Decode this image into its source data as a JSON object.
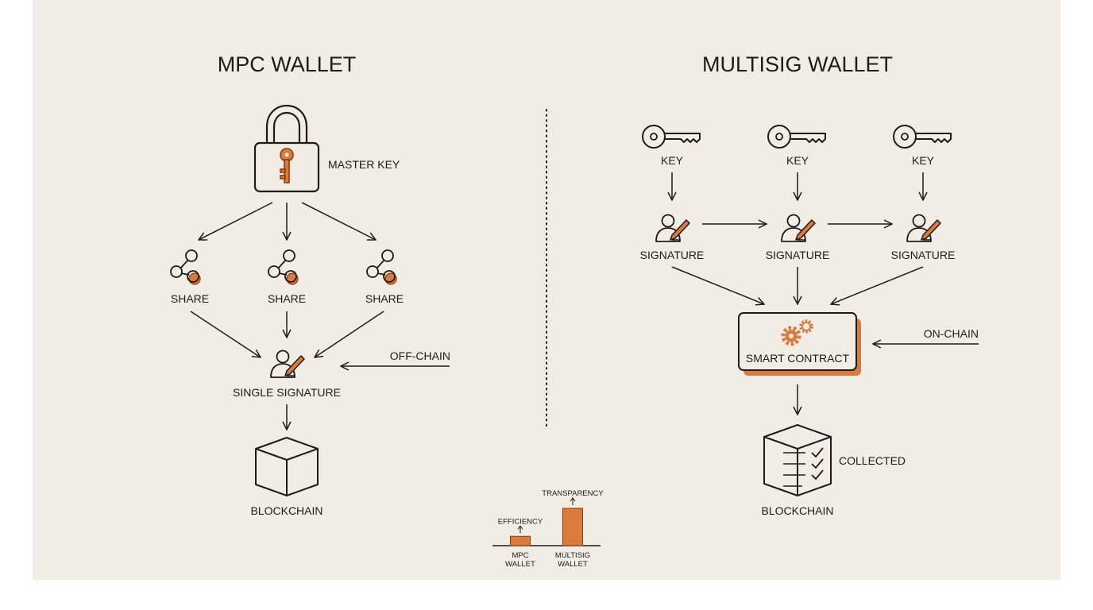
{
  "mpc": {
    "title": "MPC WALLET",
    "master_key_label": "MASTER KEY",
    "shares": [
      "SHARE",
      "SHARE",
      "SHARE"
    ],
    "off_chain_label": "OFF-CHAIN",
    "single_signature_label": "SINGLE SIGNATURE",
    "blockchain_label": "BLOCKCHAIN"
  },
  "multisig": {
    "title": "MULTISIG WALLET",
    "keys": [
      "KEY",
      "KEY",
      "KEY"
    ],
    "signatures": [
      "SIGNATURE",
      "SIGNATURE",
      "SIGNATURE"
    ],
    "smart_contract_label": "SMART CONTRACT",
    "on_chain_label": "ON-CHAIN",
    "collected_label": "COLLECTED",
    "blockchain_label": "BLOCKCHAIN"
  },
  "colors": {
    "accent": "#d97a3f",
    "ink": "#1c1c1c",
    "background": "#f1ede5"
  },
  "chart_data": {
    "type": "bar",
    "categories": [
      "MPC WALLET",
      "MULTISIG WALLET"
    ],
    "category_lines": [
      [
        "MPC",
        "WALLET"
      ],
      [
        "MULTISIG",
        "WALLET"
      ]
    ],
    "values": [
      1,
      4
    ],
    "bar_annotations": [
      "EFFICIENCY",
      "TRANSPARENCY"
    ],
    "max": 4
  }
}
